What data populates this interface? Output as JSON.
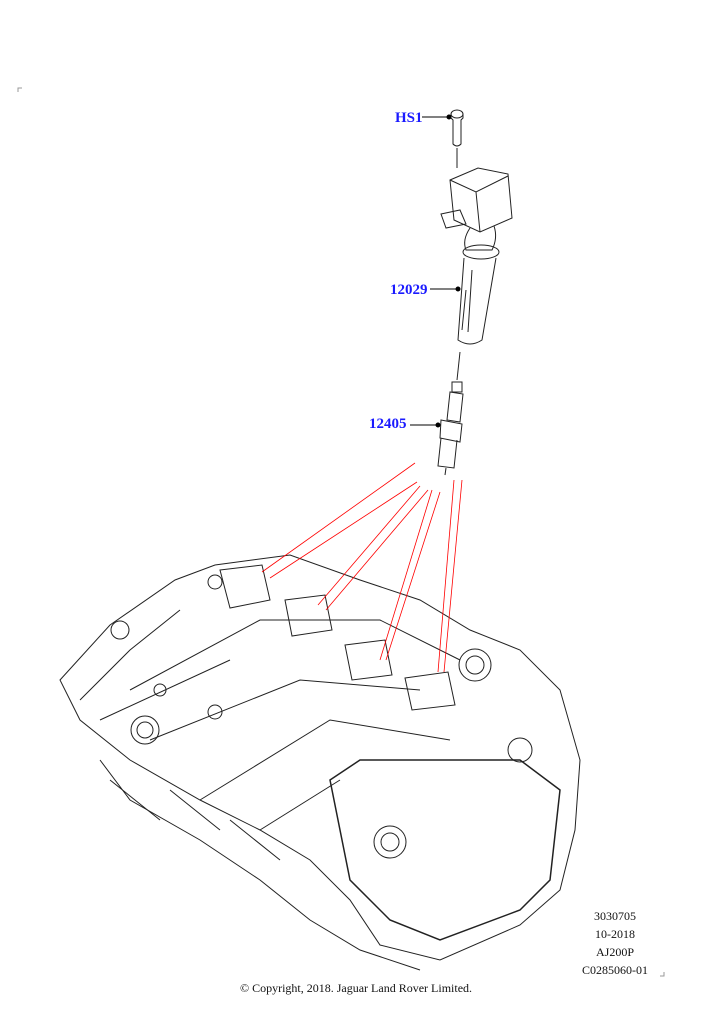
{
  "callouts": [
    {
      "id": "HS1",
      "label": "HS1"
    },
    {
      "id": "12029",
      "label": "12029"
    },
    {
      "id": "12405",
      "label": "12405"
    }
  ],
  "info": {
    "line1": "3030705",
    "line2": "10-2018",
    "line3": "AJ200P",
    "line4": "C0285060-01"
  },
  "copyright": "© Copyright, 2018. Jaguar Land Rover Limited.",
  "colors": {
    "callout": "#1a1aff",
    "leader_red": "#ff0000",
    "line": "#222222"
  }
}
